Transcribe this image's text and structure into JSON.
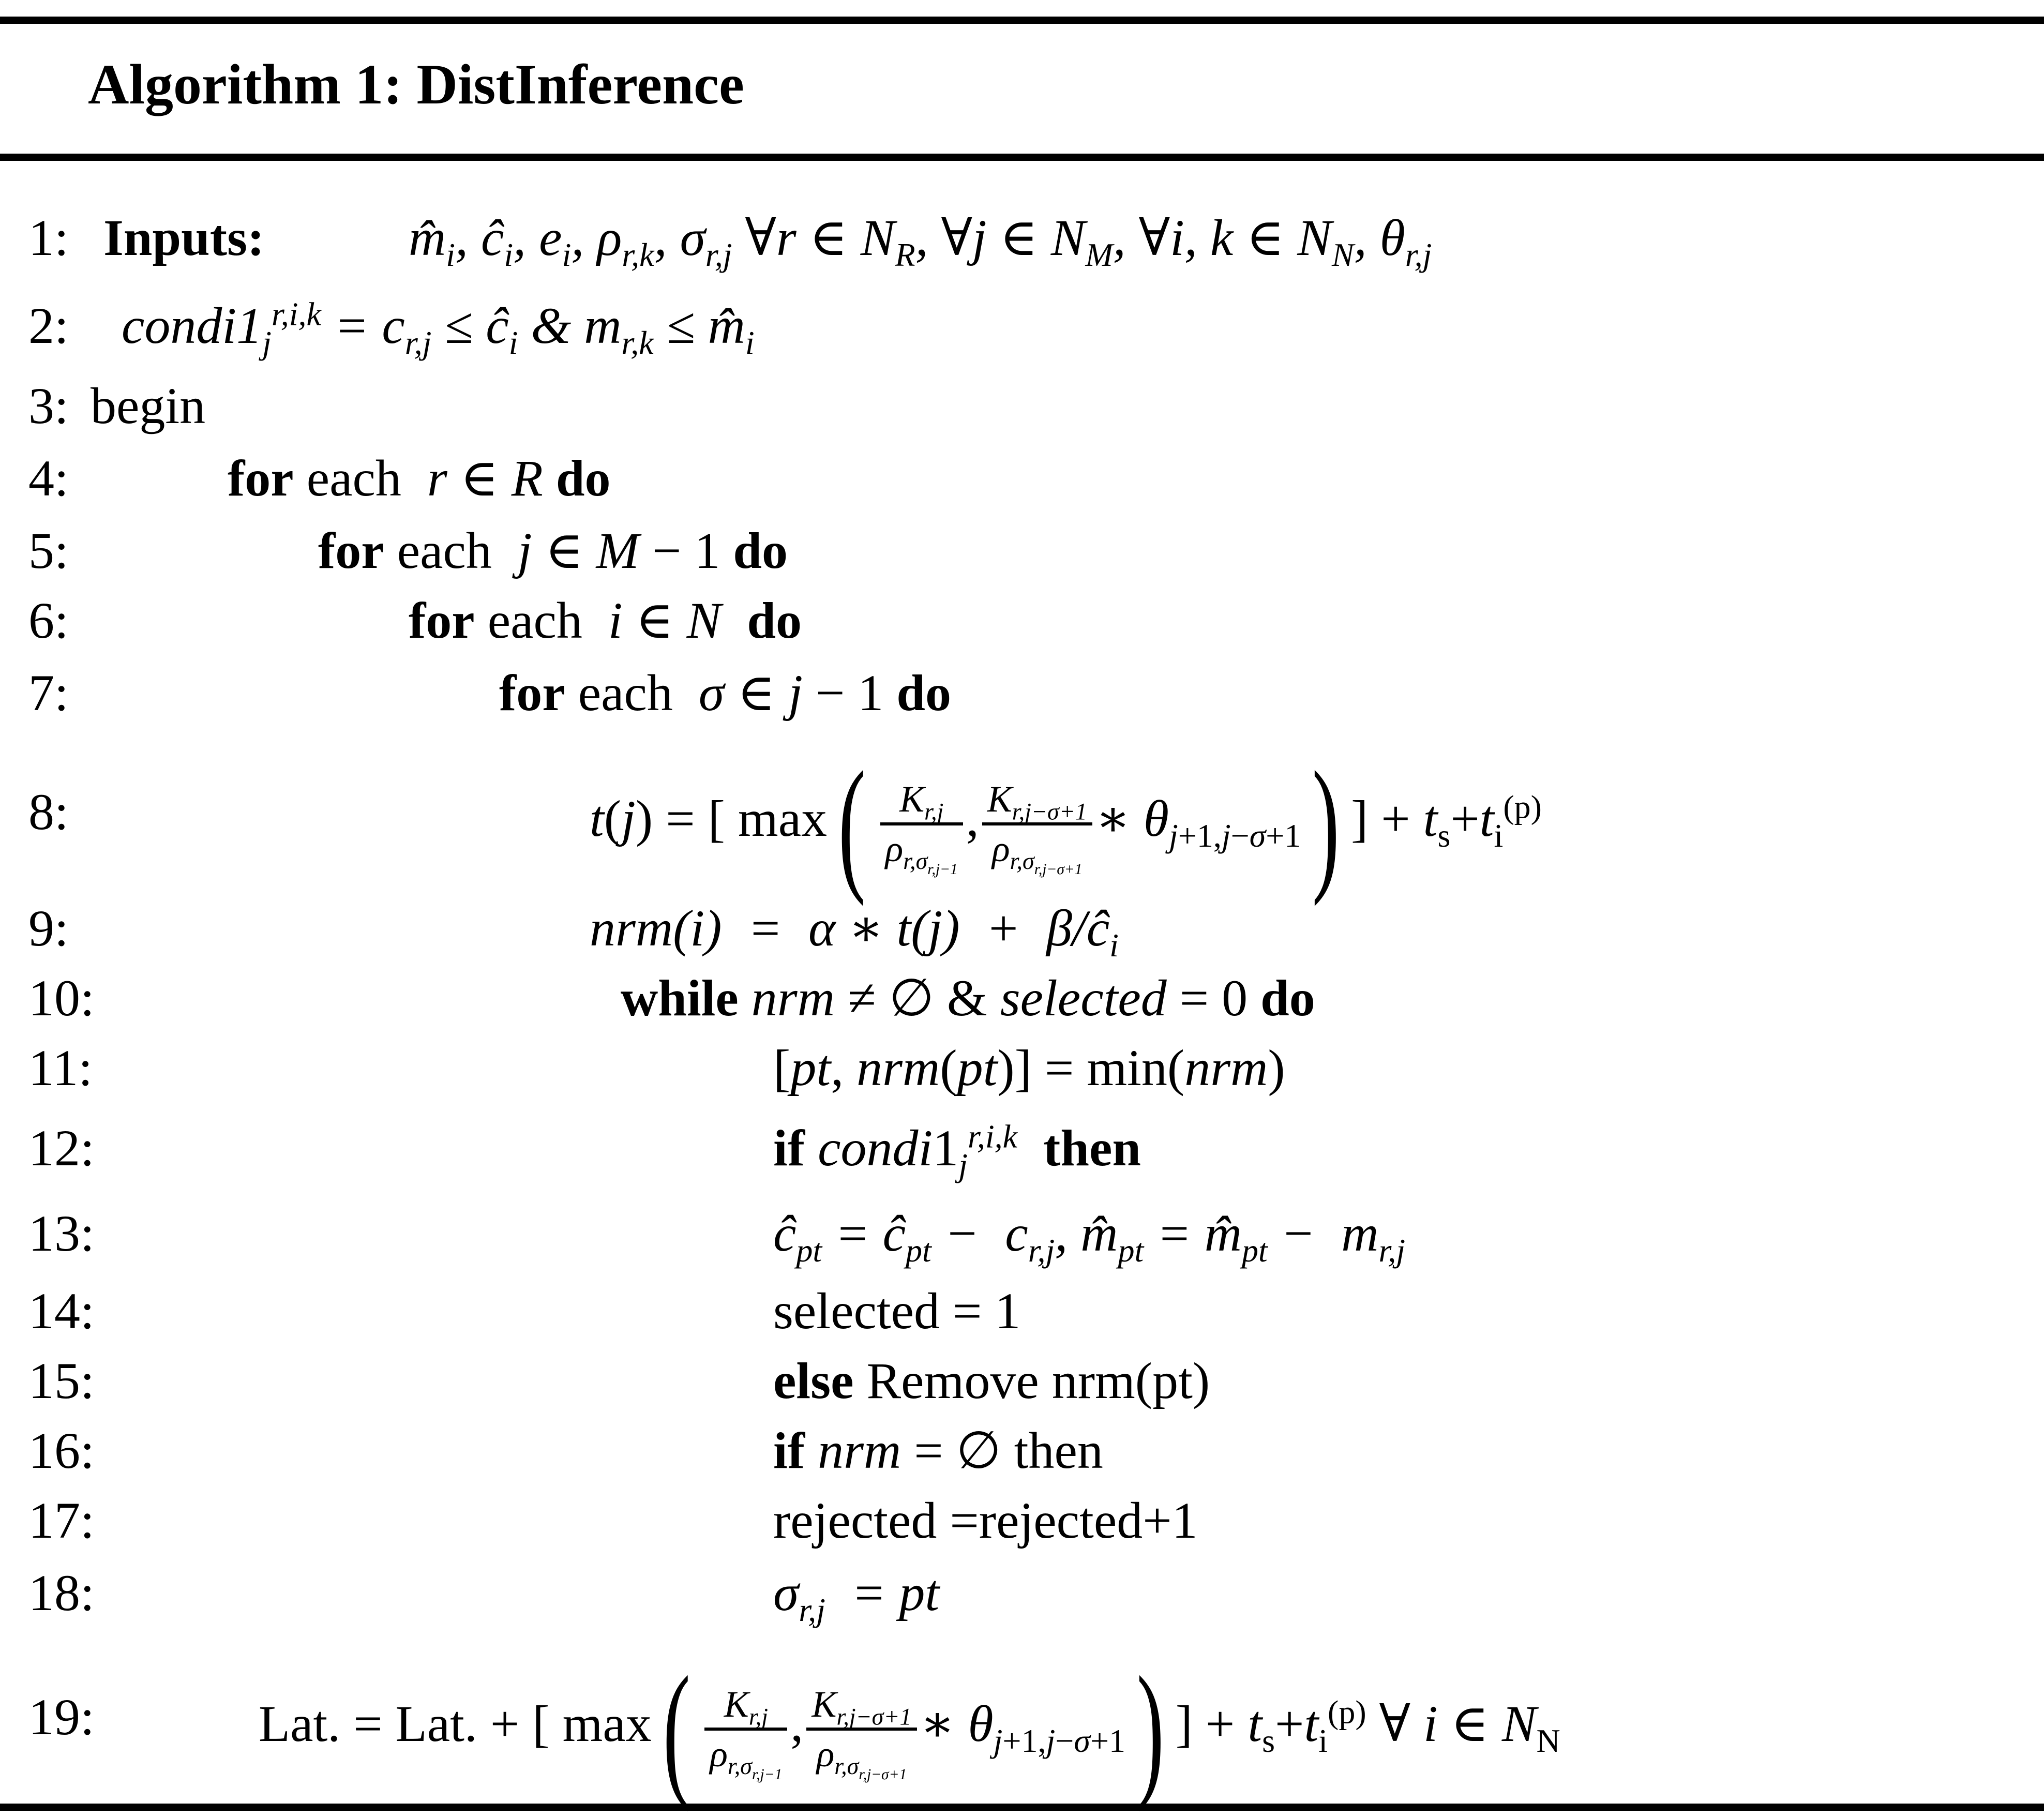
{
  "algorithm": {
    "title": "Algorithm 1: DistInference",
    "lines": [
      {
        "num": "1:",
        "kw": "Inputs:",
        "math": "m̂ᵢ, ĉᵢ, eᵢ, ρ_{r,k}, σ_{r,j} ∀r ∈ N_R, ∀j ∈ N_M, ∀i, k ∈ N_N, θ_{r,j}"
      },
      {
        "num": "2:",
        "math": "condi1_j^{r,i,k} = c_{r,j} ≤ ĉᵢ & m_{r,k} ≤ m̂ᵢ"
      },
      {
        "num": "3:",
        "text": "begin"
      },
      {
        "num": "4:",
        "kw1": "for",
        "text1": "each",
        "math": "r ∈ R",
        "kw2": "do"
      },
      {
        "num": "5:",
        "kw1": "for",
        "text1": "each",
        "math": "j ∈ M − 1",
        "kw2": "do"
      },
      {
        "num": "6:",
        "kw1": "for",
        "text1": "each",
        "math": "i ∈ N",
        "kw2": "do"
      },
      {
        "num": "7:",
        "kw1": "for",
        "text1": "each",
        "math": "σ ∈ j − 1",
        "kw2": "do"
      },
      {
        "num": "8:",
        "math": "t(j) = [ max( K_{r,j}/ρ_{r,σ_{r,j−1}} , K_{r,j−σ+1}/ρ_{r,σ_{r,j−σ+1}} ∗ θ_{j+1,j−σ+1} )] + t_s+t_i^{(p)}"
      },
      {
        "num": "9:",
        "math": "nrm(i) = α ∗ t(j) + β/ĉᵢ"
      },
      {
        "num": "10:",
        "kw1": "while",
        "math": "nrm ≠ ∅ & selected = 0",
        "kw2": "do"
      },
      {
        "num": "11:",
        "math": "[pt, nrm(pt)] = min(nrm)"
      },
      {
        "num": "12:",
        "kw1": "if",
        "math": "condi1_j^{r,i,k}",
        "kw2": "then"
      },
      {
        "num": "13:",
        "math": "ĉ_pt = ĉ_pt − c_{r,j}, m̂_pt = m̂_pt − m_{r,j}"
      },
      {
        "num": "14:",
        "text": "selected = 1"
      },
      {
        "num": "15:",
        "kw1": "else",
        "text": "Remove nrm(pt)"
      },
      {
        "num": "16:",
        "kw1": "if",
        "math": "nrm = ∅",
        "text": "then"
      },
      {
        "num": "17:",
        "text": "rejected =rejected+1"
      },
      {
        "num": "18:",
        "math": "σ_{r,j} = pt"
      },
      {
        "num": "19:",
        "text": "Lat. = Lat. +",
        "math": "[ max( K_{r,j}/ρ_{r,σ_{r,j−1}} , K_{r,j−σ+1}/ρ_{r,σ_{r,j−σ+1}} ∗ θ_{j+1,j−σ+1} )] + t_s+t_i^{(p)} ∀ i ∈ N_N"
      }
    ]
  }
}
